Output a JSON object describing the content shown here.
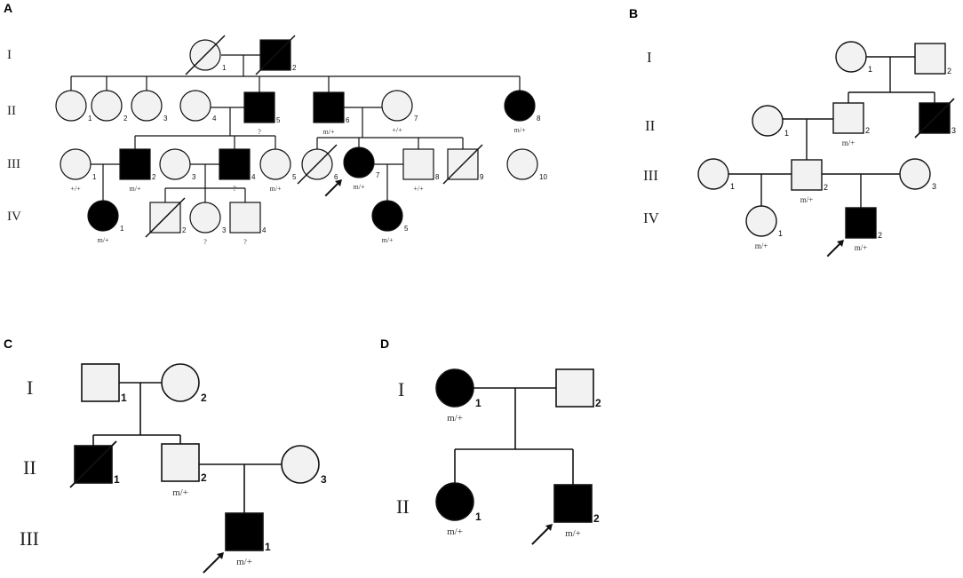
{
  "panels": {
    "a": {
      "label": "A",
      "generations": [
        "I",
        "II",
        "III",
        "IV"
      ],
      "individuals": [
        {
          "id": "I-1",
          "number": "1",
          "sex": "female",
          "affected": false,
          "deceased": true
        },
        {
          "id": "I-2",
          "number": "2",
          "sex": "male",
          "affected": true,
          "deceased": true
        },
        {
          "id": "II-1",
          "number": "1",
          "sex": "female",
          "affected": false
        },
        {
          "id": "II-2",
          "number": "2",
          "sex": "female",
          "affected": false
        },
        {
          "id": "II-3",
          "number": "3",
          "sex": "female",
          "affected": false
        },
        {
          "id": "II-4",
          "number": "4",
          "sex": "female",
          "affected": false
        },
        {
          "id": "II-5",
          "number": "5",
          "sex": "male",
          "affected": true,
          "genotype": "?"
        },
        {
          "id": "II-6",
          "number": "6",
          "sex": "male",
          "affected": true,
          "genotype": "m/+"
        },
        {
          "id": "II-7",
          "number": "7",
          "sex": "female",
          "affected": false,
          "genotype": "+/+"
        },
        {
          "id": "II-8",
          "number": "8",
          "sex": "female",
          "affected": true,
          "genotype": "m/+"
        },
        {
          "id": "III-1",
          "number": "1",
          "sex": "female",
          "affected": false,
          "genotype": "+/+"
        },
        {
          "id": "III-2",
          "number": "2",
          "sex": "male",
          "affected": true,
          "genotype": "m/+"
        },
        {
          "id": "III-3",
          "number": "3",
          "sex": "female",
          "affected": false
        },
        {
          "id": "III-4",
          "number": "4",
          "sex": "male",
          "affected": true,
          "genotype": "?"
        },
        {
          "id": "III-5",
          "number": "5",
          "sex": "female",
          "affected": false,
          "genotype": "m/+"
        },
        {
          "id": "III-6",
          "number": "6",
          "sex": "female",
          "affected": false,
          "deceased": true
        },
        {
          "id": "III-7",
          "number": "7",
          "sex": "female",
          "affected": true,
          "genotype": "m/+",
          "proband": true
        },
        {
          "id": "III-8",
          "number": "8",
          "sex": "male",
          "affected": false,
          "genotype": "+/+"
        },
        {
          "id": "III-9",
          "number": "9",
          "sex": "male",
          "affected": false,
          "deceased": true
        },
        {
          "id": "III-10",
          "number": "10",
          "sex": "female",
          "affected": false
        },
        {
          "id": "IV-1",
          "number": "1",
          "sex": "female",
          "affected": true,
          "genotype": "m/+"
        },
        {
          "id": "IV-2",
          "number": "2",
          "sex": "male",
          "affected": false,
          "deceased": true
        },
        {
          "id": "IV-3",
          "number": "3",
          "sex": "female",
          "affected": false,
          "genotype": "?"
        },
        {
          "id": "IV-4",
          "number": "4",
          "sex": "male",
          "affected": false,
          "genotype": "?"
        },
        {
          "id": "IV-5",
          "number": "5",
          "sex": "female",
          "affected": true,
          "genotype": "m/+"
        }
      ]
    },
    "b": {
      "label": "B",
      "generations": [
        "I",
        "II",
        "III",
        "IV"
      ],
      "individuals": [
        {
          "id": "I-1",
          "number": "1",
          "sex": "female",
          "affected": false
        },
        {
          "id": "I-2",
          "number": "2",
          "sex": "male",
          "affected": false
        },
        {
          "id": "II-1",
          "number": "1",
          "sex": "female",
          "affected": false
        },
        {
          "id": "II-2",
          "number": "2",
          "sex": "male",
          "affected": false,
          "genotype": "m/+"
        },
        {
          "id": "II-3",
          "number": "3",
          "sex": "male",
          "affected": true,
          "deceased": true
        },
        {
          "id": "III-1",
          "number": "1",
          "sex": "female",
          "affected": false
        },
        {
          "id": "III-2",
          "number": "2",
          "sex": "male",
          "affected": false,
          "genotype": "m/+"
        },
        {
          "id": "III-3",
          "number": "3",
          "sex": "female",
          "affected": false
        },
        {
          "id": "IV-1",
          "number": "1",
          "sex": "female",
          "affected": false,
          "genotype": "m/+"
        },
        {
          "id": "IV-2",
          "number": "2",
          "sex": "male",
          "affected": true,
          "genotype": "m/+",
          "proband": true
        }
      ]
    },
    "c": {
      "label": "C",
      "generations": [
        "I",
        "II",
        "III"
      ],
      "individuals": [
        {
          "id": "I-1",
          "number": "1",
          "sex": "male",
          "affected": false
        },
        {
          "id": "I-2",
          "number": "2",
          "sex": "female",
          "affected": false
        },
        {
          "id": "II-1",
          "number": "1",
          "sex": "male",
          "affected": true,
          "deceased": true
        },
        {
          "id": "II-2",
          "number": "2",
          "sex": "male",
          "affected": false,
          "genotype": "m/+"
        },
        {
          "id": "II-3",
          "number": "3",
          "sex": "female",
          "affected": false
        },
        {
          "id": "III-1",
          "number": "1",
          "sex": "male",
          "affected": true,
          "genotype": "m/+",
          "proband": true
        }
      ]
    },
    "d": {
      "label": "D",
      "generations": [
        "I",
        "II"
      ],
      "individuals": [
        {
          "id": "I-1",
          "number": "1",
          "sex": "female",
          "affected": true,
          "genotype": "m/+"
        },
        {
          "id": "I-2",
          "number": "2",
          "sex": "male",
          "affected": false
        },
        {
          "id": "II-1",
          "number": "1",
          "sex": "female",
          "affected": true,
          "genotype": "m/+"
        },
        {
          "id": "II-2",
          "number": "2",
          "sex": "male",
          "affected": true,
          "genotype": "m/+",
          "proband": true
        }
      ]
    }
  }
}
